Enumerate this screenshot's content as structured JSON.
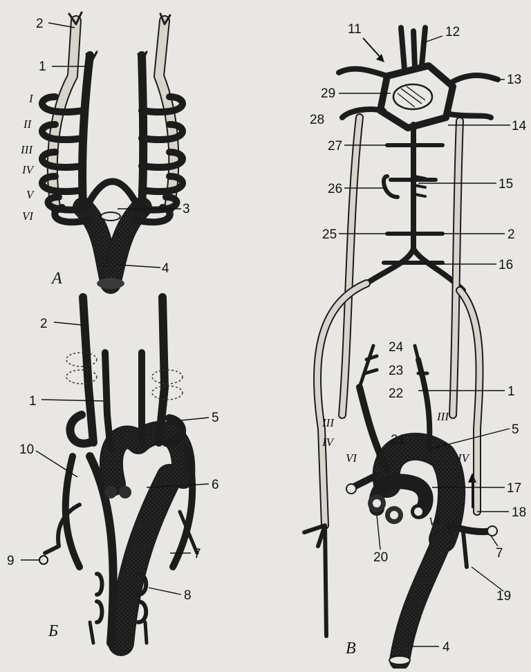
{
  "panels": {
    "A": {
      "letter": "А",
      "roman": [
        "I",
        "II",
        "III",
        "IV",
        "V",
        "VI"
      ],
      "labels": [
        "2",
        "1",
        "3",
        "4"
      ]
    },
    "B": {
      "letter": "Б",
      "labels": [
        "2",
        "1",
        "5",
        "10",
        "6",
        "9",
        "7",
        "8"
      ]
    },
    "V": {
      "letter": "В",
      "roman": [
        "III",
        "IV",
        "VI",
        "VI",
        "III",
        "IV"
      ],
      "labels": [
        "11",
        "12",
        "13",
        "29",
        "28",
        "14",
        "27",
        "26",
        "15",
        "25",
        "2",
        "16",
        "24",
        "23",
        "22",
        "1",
        "21",
        "5",
        "17",
        "18",
        "20",
        "7",
        "19",
        "4"
      ]
    }
  }
}
